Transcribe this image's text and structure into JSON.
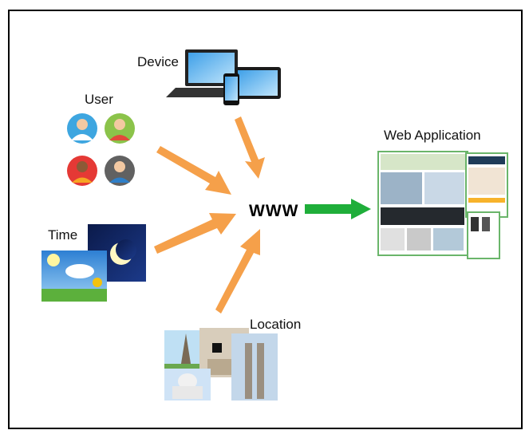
{
  "labels": {
    "device": "Device",
    "user": "User",
    "time": "Time",
    "location": "Location",
    "web_application": "Web Application",
    "www": "WWW"
  },
  "colors": {
    "input_arrow": "#f5a04a",
    "output_arrow": "#1fae3a",
    "border": "#000000"
  },
  "icons": [
    "device-icon",
    "user-avatars-icon",
    "time-icon",
    "location-photos-icon",
    "web-application-screenshots-icon"
  ]
}
